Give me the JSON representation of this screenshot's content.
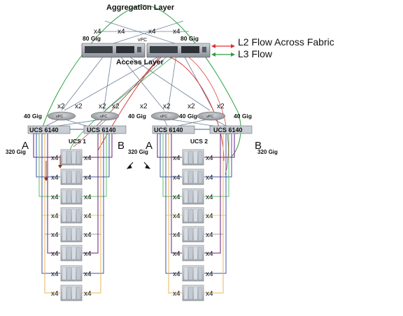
{
  "title": "Aggregation Layer",
  "access_layer": "Access Layer",
  "legend": {
    "l2": "L2 Flow Across Fabric",
    "l3": "L3 Flow",
    "l2_color": "#e03030",
    "l3_color": "#2aa040"
  },
  "uplinks": {
    "x4": "x4",
    "gig80": "80 Gig",
    "vpc": "vPC",
    "x2": "x2",
    "gig40": "40 Gig",
    "gig320": "320 Gig"
  },
  "fabric": {
    "fi_label": "UCS 6140",
    "side_a": "A",
    "side_b": "B",
    "pod1": "UCS 1",
    "pod2": "UCS 2",
    "chassis_link": "x4"
  },
  "colors": {
    "link_gray": "#6a7f95",
    "purple": "#6a1b7a",
    "blue": "#3b56a8",
    "green": "#5fc16a",
    "yellow": "#e8d64a",
    "gray": "#9aa3b0",
    "orange": "#e8b45a",
    "red": "#d62c2c",
    "dark_red": "#8b2f1e"
  }
}
